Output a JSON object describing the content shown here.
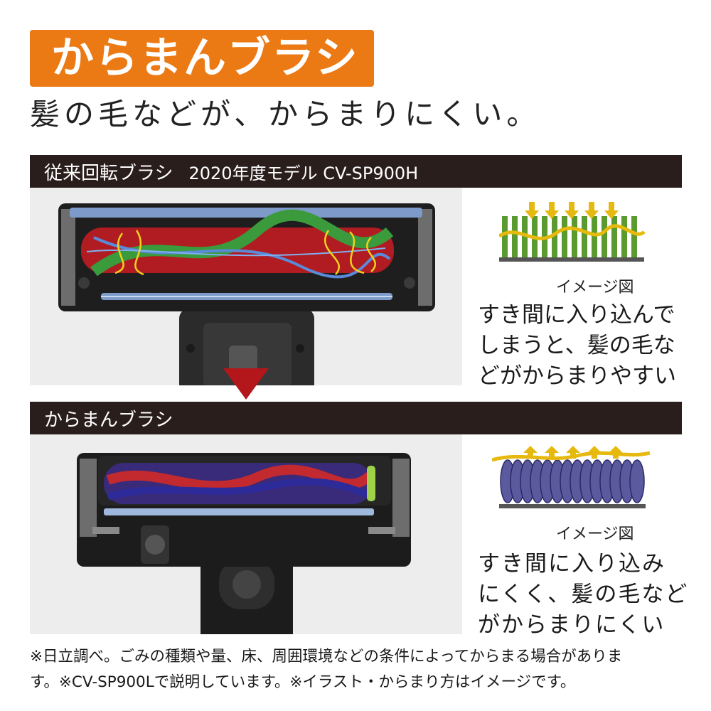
{
  "title": "からまんブラシ",
  "subtitle": "髪の毛などが、からまりにくい。",
  "section_old": {
    "label": "従来回転ブラシ",
    "model": "2020年度モデル CV-SP900H",
    "image_caption": "イメージ図",
    "description_lines": [
      "すき間に入り込んで",
      "しまうと、髪の毛な",
      "どがからまりやすい"
    ]
  },
  "section_new": {
    "label": "からまんブラシ",
    "image_caption": "イメージ図",
    "description_lines": [
      "すき間に入り込み",
      "にくく、髪の毛など",
      "がからまりにくい"
    ]
  },
  "footnote_lines": [
    "※日立調べ。ごみの種類や量、床、周囲環境などの条件によってからまる場合がありま",
    "す。※CV-SP900Lで説明しています。※イラスト・からまり方はイメージです。"
  ],
  "colors": {
    "title_bg": "#ec7a14",
    "band_bg": "#2a1e1d",
    "arrow": "#b3161b",
    "bristle_green": "#5a9a2e",
    "hair_yellow": "#e6b90e",
    "loop_blue": "#5b5a9f"
  }
}
